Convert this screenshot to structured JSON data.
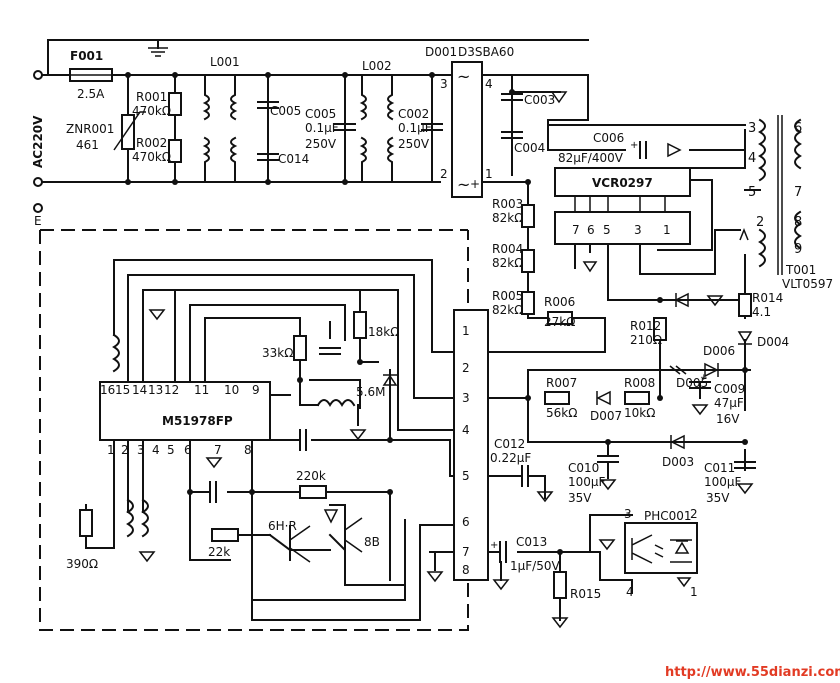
{
  "labels": {
    "f001": "F001",
    "fuse_rating": "2.5A",
    "ac_input": "AC220V",
    "earth": "E",
    "znr_name": "ZNR001",
    "znr_value": "461",
    "r001_name": "R001",
    "r001_value": "470kΩ",
    "r002_name": "R002",
    "r002_value": "470kΩ",
    "l001": "L001",
    "c005a": "C005",
    "c014": "C014",
    "c005b_name": "C005",
    "c005b_value": "0.1μF",
    "c005b_voltage": "250V",
    "l002": "L002",
    "c002_name": "C002",
    "c002_value": "0.1μF",
    "c002_voltage": "250V",
    "d001_name": "D001",
    "d001_part": "D3SBA60",
    "c003": "C003",
    "c004": "C004",
    "c006_name": "C006",
    "c006_value": "82μF/400V",
    "vcr": "VCR0297",
    "r003_name": "R003",
    "r003_value": "82kΩ",
    "r004_name": "R004",
    "r004_value": "82kΩ",
    "r005_name": "R005",
    "r005_value": "82kΩ",
    "r006_name": "R006",
    "r006_value": "27kΩ",
    "r012_name": "R012",
    "r012_value": "210Ω",
    "r014_name": "R014",
    "r014_value": "4.1",
    "d004": "D004",
    "d005": "D005",
    "d006": "D006",
    "d007": "D007",
    "d003": "D003",
    "c009_name": "C009",
    "c009_value": "47μF",
    "c009_voltage": "16V",
    "r007_name": "R007",
    "r007_value": "56kΩ",
    "r008_name": "R008",
    "r008_value": "10kΩ",
    "c012_name": "C012",
    "c012_value": "0.22μF",
    "c010_name": "C010",
    "c010_value": "100μF",
    "c010_voltage": "35V",
    "c011_name": "C011",
    "c011_value": "100μF",
    "c011_voltage": "35V",
    "c013_name": "C013",
    "c013_value": "1μF/50V",
    "r015": "R015",
    "phc_name": "PHC001",
    "t001_name": "T001",
    "t001_part": "VLT0597",
    "ic_name": "M51978FP",
    "r_33k": "33kΩ",
    "r_18k": "18kΩ",
    "zener_56": "5.6M",
    "r_220k": "220k",
    "r_22k": "22k",
    "r_390": "390Ω",
    "q_6hr": "6H·R",
    "q_8b": "8B",
    "watermark": "http://www.55dianzi.com"
  },
  "pins": {
    "d001": [
      "3",
      "4",
      "2",
      "1"
    ],
    "vcr": [
      "7",
      "6",
      "5",
      "3",
      "1"
    ],
    "t001_primary": [
      "3",
      "4",
      "5",
      "2"
    ],
    "t001_secondary": [
      "6",
      "7",
      "8",
      "9"
    ],
    "connector": [
      "1",
      "2",
      "3",
      "4",
      "5",
      "6",
      "7",
      "8"
    ],
    "ic_top": [
      "16",
      "15",
      "14",
      "13",
      "12",
      "11",
      "10",
      "9"
    ],
    "ic_bottom": [
      "1",
      "2",
      "3",
      "4",
      "5",
      "6",
      "7",
      "8"
    ],
    "phc": [
      "3",
      "2",
      "4",
      "1"
    ]
  }
}
